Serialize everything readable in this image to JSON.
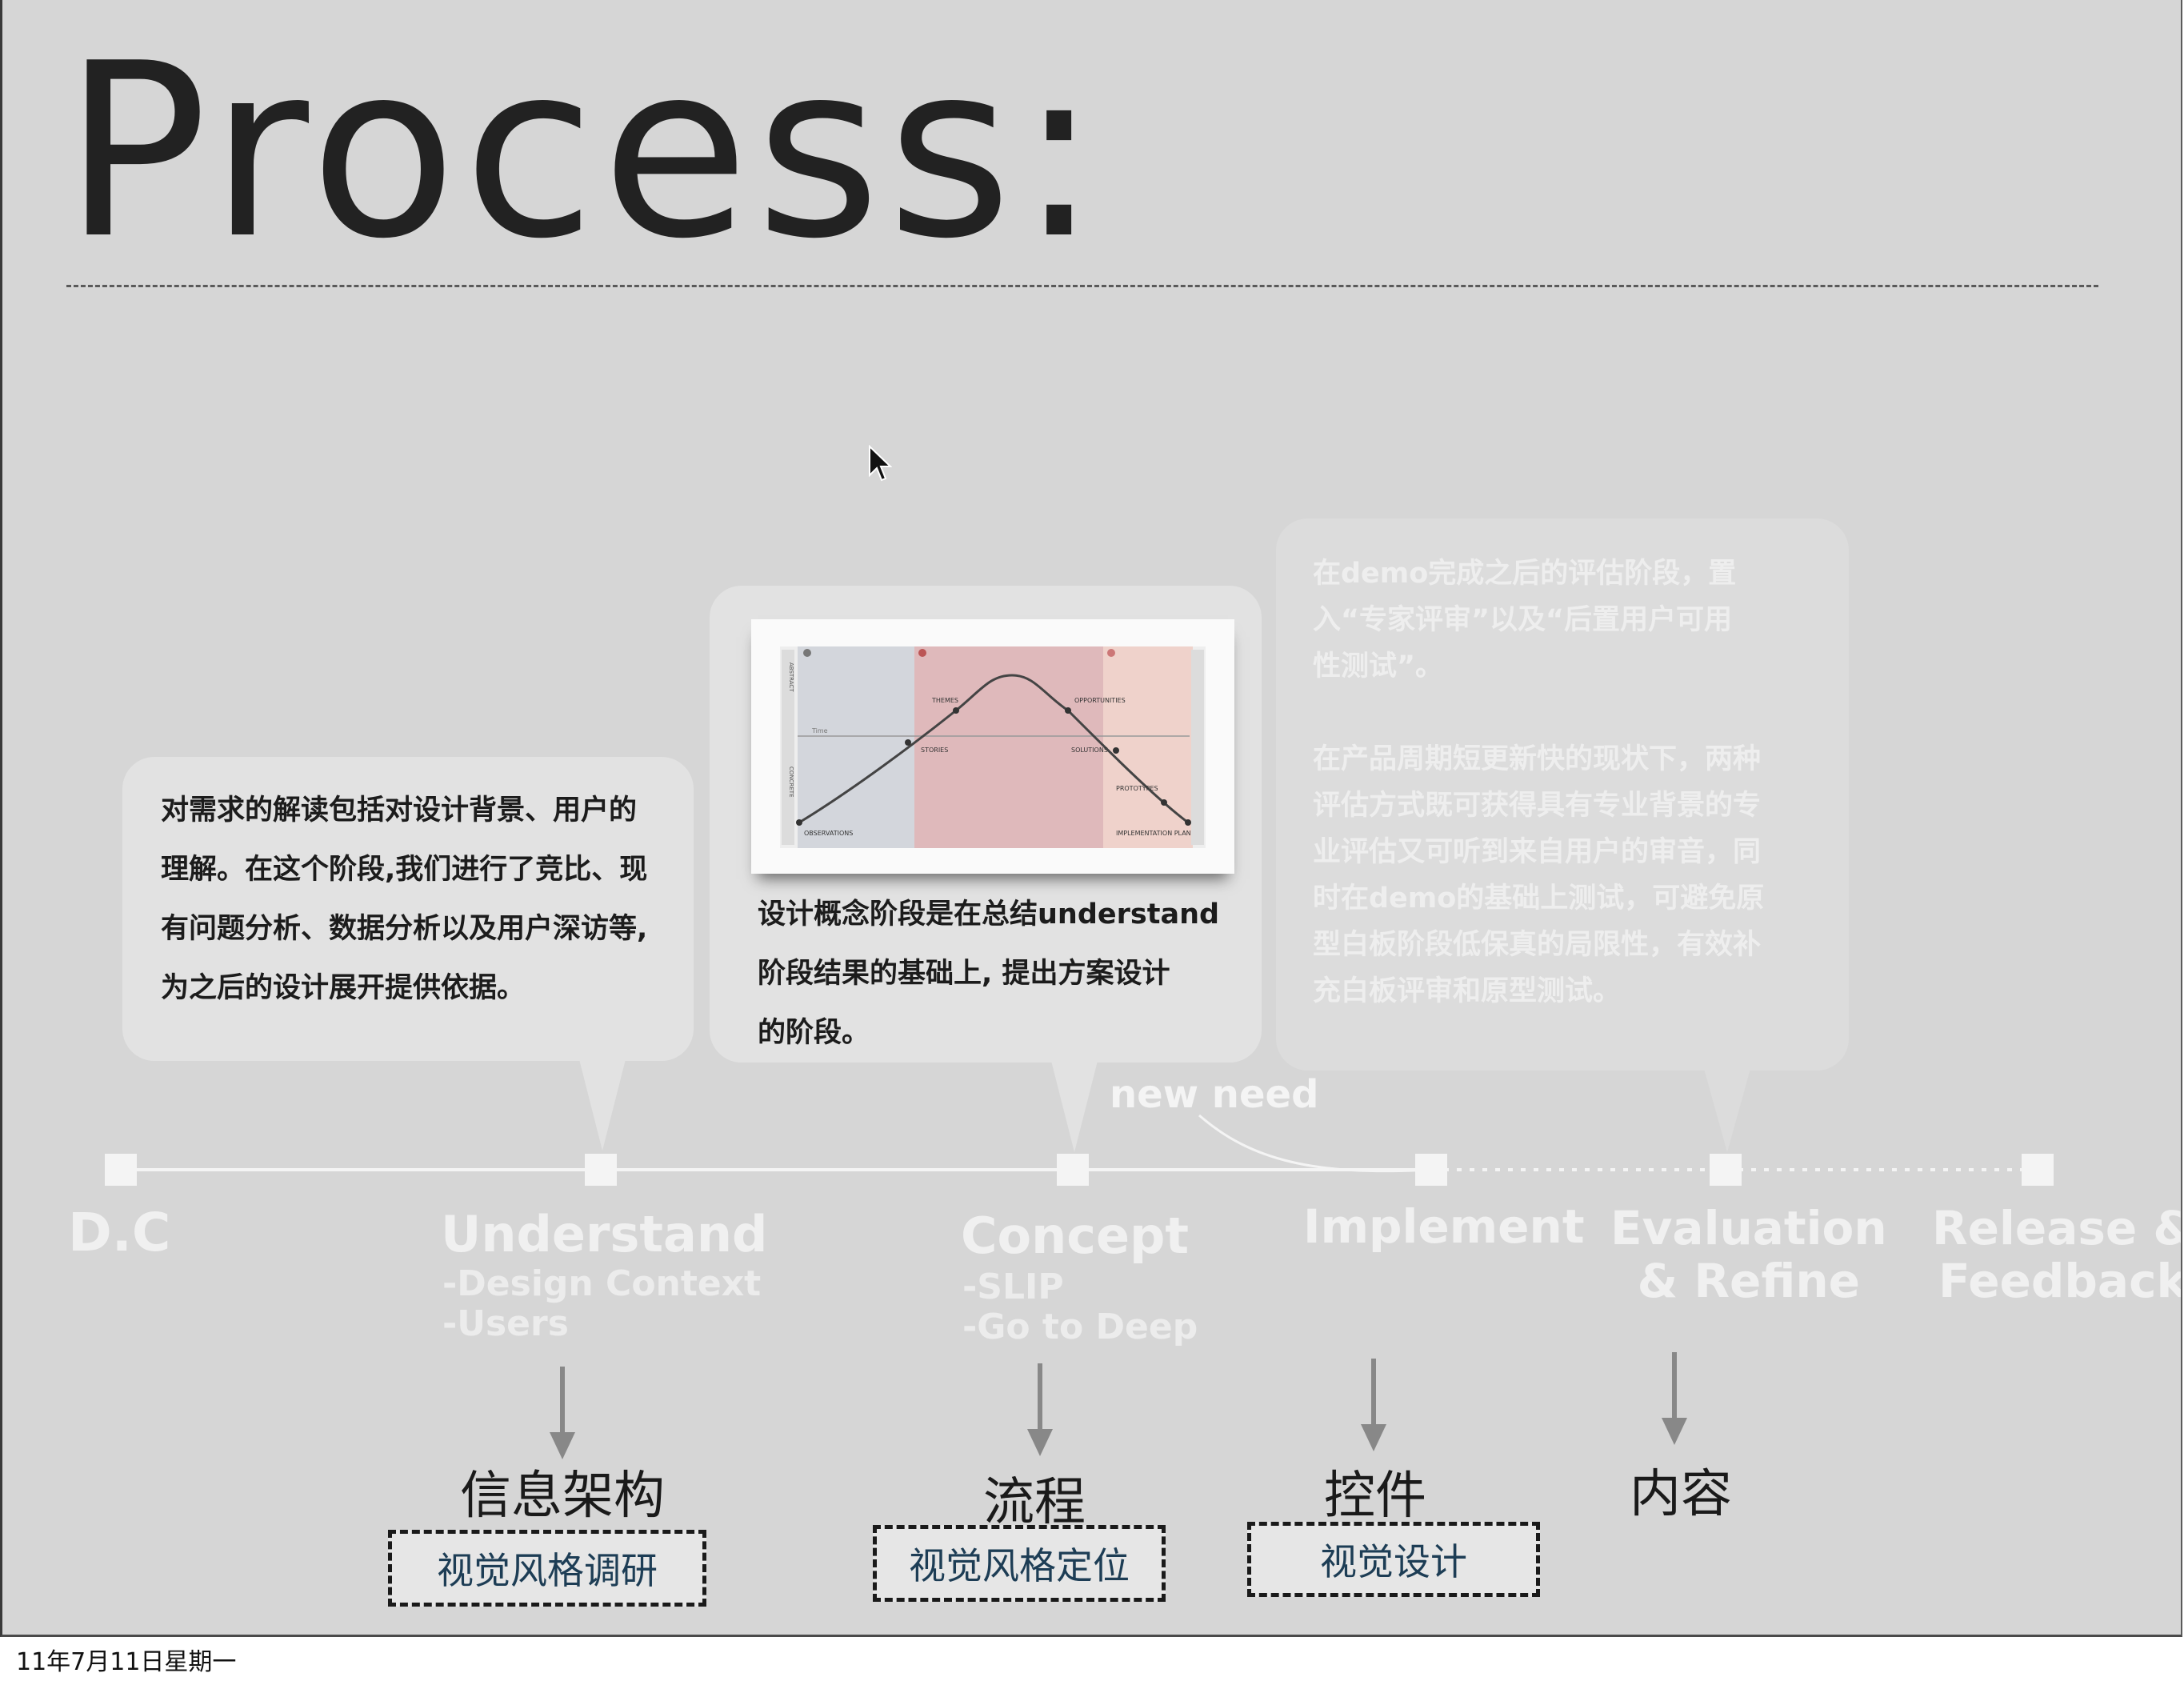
{
  "title": "Process:",
  "bubbles": {
    "understand_text": "对需求的解读包括对设计背景、用户的\n理解。在这个阶段,我们进行了竞比、现\n有问题分析、数据分析以及用户深访等,\n为之后的设计展开提供依据。",
    "concept_text": "设计概念阶段是在总结understand\n阶段结果的基础上, 提出方案设计\n的阶段。",
    "evaluation_text": "在demo完成之后的评估阶段，置\n入“专家评审”以及“后置用户可用\n性测试”。\n\n在产品周期短更新快的现状下，两种\n评估方式既可获得具有专业背景的专\n业评估又可听到来自用户的审音，同\n时在demo的基础上测试，可避免原\n型白板阶段低保真的局限性，有效补\n充白板评审和原型测试。"
  },
  "concept_image": {
    "labels": [
      "OBSERVATIONS",
      "THEMES",
      "STORIES",
      "OPPORTUNITIES",
      "SOLUTIONS",
      "PROTOTYPES",
      "IMPLEMENTATION PLAN",
      "Time",
      "ABSTRACT",
      "CONCRETE"
    ]
  },
  "timeline": {
    "new_need": "new need",
    "nodes": [
      {
        "label": "D.C",
        "subs": []
      },
      {
        "label": "Understand",
        "subs": [
          "-Design Context",
          "-Users"
        ]
      },
      {
        "label": "Concept",
        "subs": [
          "-SLIP",
          "-Go to Deep"
        ]
      },
      {
        "label": "Implement",
        "subs": []
      },
      {
        "label": "Evaluation\n& Refine",
        "subs": []
      },
      {
        "label": "Release &\nFeedback",
        "subs": []
      }
    ]
  },
  "outputs": {
    "understand": {
      "label": "信息架构",
      "box": "视觉风格调研"
    },
    "concept": {
      "label": "流程",
      "box": "视觉风格定位"
    },
    "implement": {
      "label": "控件",
      "box": "视觉设计"
    },
    "evaluation": {
      "label": "内容"
    }
  },
  "footer": "11年7月11日星期一",
  "colors": {
    "slide_bg": "#d6d6d6",
    "timeline": "#f4f4f4",
    "box_text": "#1d3d55"
  }
}
